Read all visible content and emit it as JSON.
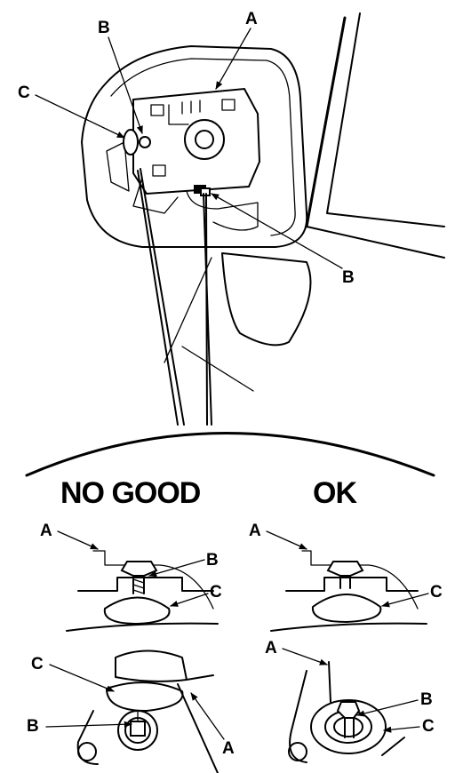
{
  "headings": {
    "no_good": "NO GOOD",
    "ok": "OK"
  },
  "callouts": {
    "A": "A",
    "B": "B",
    "C": "C"
  }
}
